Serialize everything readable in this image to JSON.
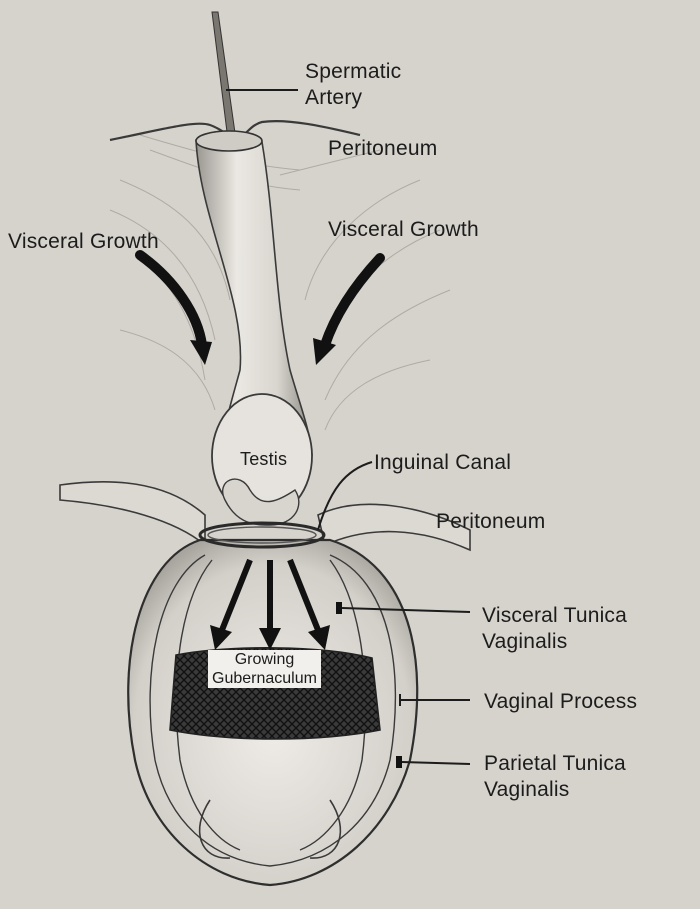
{
  "labels": {
    "spermatic_artery_1": "Spermatic",
    "spermatic_artery_2": "Artery",
    "peritoneum_top": "Peritoneum",
    "visceral_growth_left": "Visceral Growth",
    "visceral_growth_right": "Visceral Growth",
    "testis": "Testis",
    "inguinal_canal": "Inguinal Canal",
    "peritoneum_mid": "Peritoneum",
    "growing_gubernaculum_1": "Growing",
    "growing_gubernaculum_2": "Gubernaculum",
    "visceral_tunica_1": "Visceral Tunica",
    "visceral_tunica_2": "Vaginalis",
    "vaginal_process": "Vaginal Process",
    "parietal_tunica_1": "Parietal Tunica",
    "parietal_tunica_2": "Vaginalis"
  },
  "colors": {
    "background": "#d6d2cc",
    "ink": "#1c1c1c",
    "tissue": "#e9e6e1",
    "gubernaculum_mesh": "#2a2a2a"
  }
}
